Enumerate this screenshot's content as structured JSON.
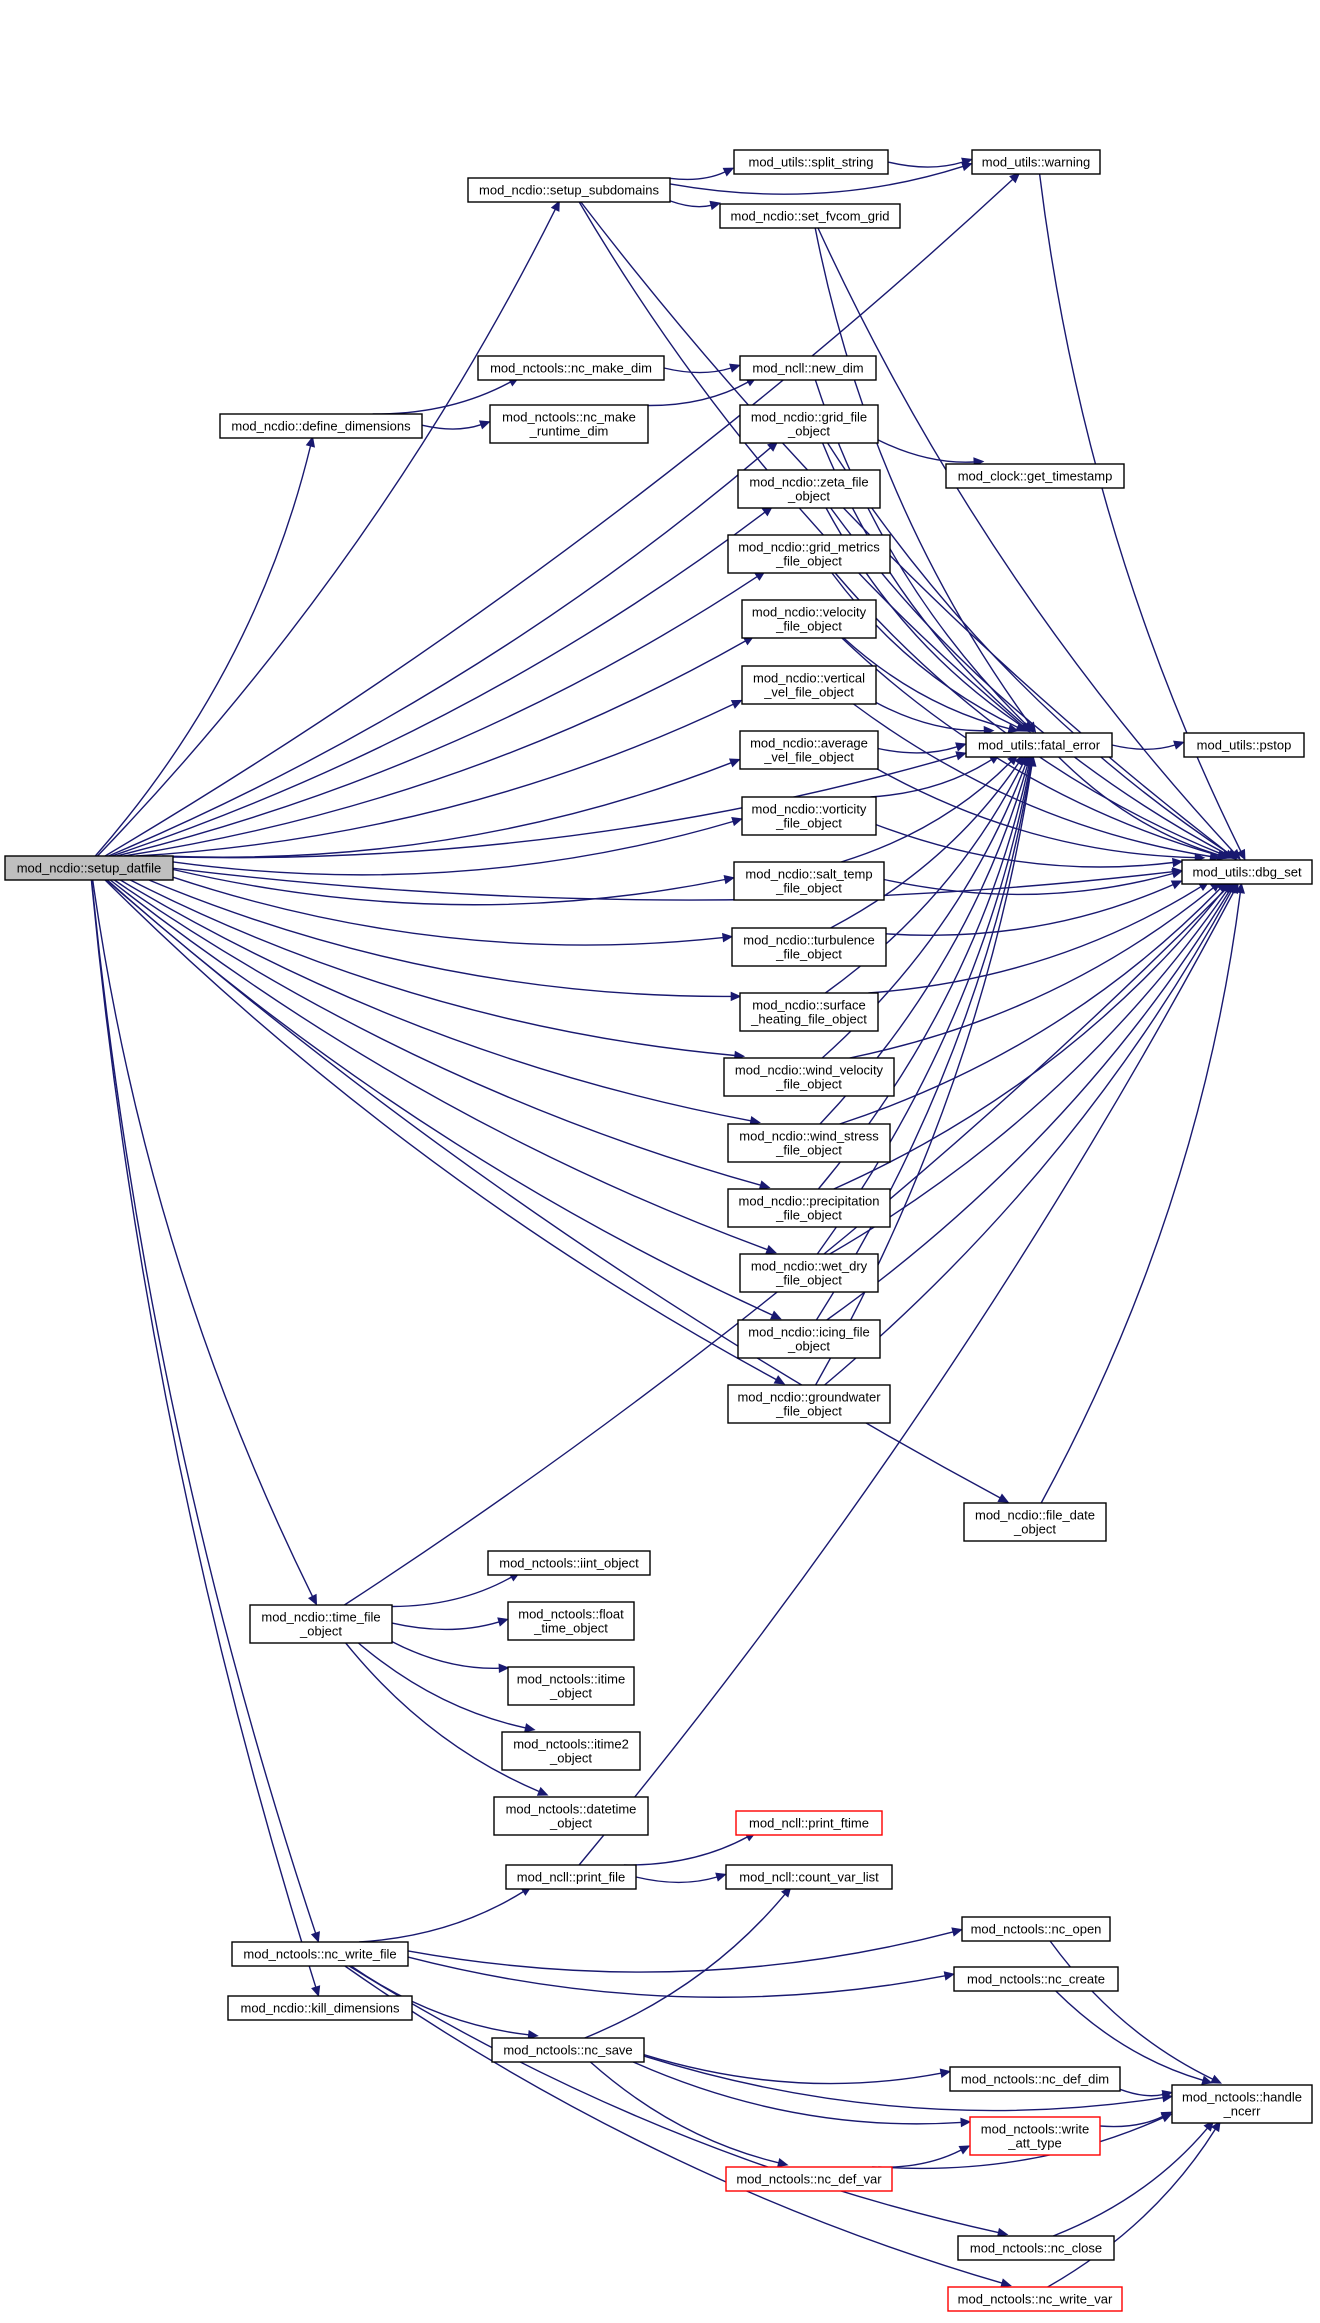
{
  "diagram": {
    "type": "call-graph",
    "edge_color": "#191970",
    "node_border_color": "#000000",
    "external_node_border_color": "#ff0000",
    "root_fill_color": "#bfbfbf",
    "nodes": [
      {
        "id": "setup_datfile",
        "lines": [
          "mod_ncdio::setup_datfile"
        ],
        "kind": "root"
      },
      {
        "id": "setup_subdomains",
        "lines": [
          "mod_ncdio::setup_subdomains"
        ]
      },
      {
        "id": "split_string",
        "lines": [
          "mod_utils::split_string"
        ]
      },
      {
        "id": "warning",
        "lines": [
          "mod_utils::warning"
        ]
      },
      {
        "id": "set_fvcom_grid",
        "lines": [
          "mod_ncdio::set_fvcom_grid"
        ]
      },
      {
        "id": "nc_make_dim",
        "lines": [
          "mod_nctools::nc_make_dim"
        ]
      },
      {
        "id": "new_dim",
        "lines": [
          "mod_ncll::new_dim"
        ]
      },
      {
        "id": "define_dimensions",
        "lines": [
          "mod_ncdio::define_dimensions"
        ]
      },
      {
        "id": "nc_make_runtime_dim",
        "lines": [
          "mod_nctools::nc_make",
          "_runtime_dim"
        ]
      },
      {
        "id": "grid_file_object",
        "lines": [
          "mod_ncdio::grid_file",
          "_object"
        ]
      },
      {
        "id": "get_timestamp",
        "lines": [
          "mod_clock::get_timestamp"
        ]
      },
      {
        "id": "zeta_file_object",
        "lines": [
          "mod_ncdio::zeta_file",
          "_object"
        ]
      },
      {
        "id": "grid_metrics_file_object",
        "lines": [
          "mod_ncdio::grid_metrics",
          "_file_object"
        ]
      },
      {
        "id": "velocity_file_object",
        "lines": [
          "mod_ncdio::velocity",
          "_file_object"
        ]
      },
      {
        "id": "vertical_vel_file_object",
        "lines": [
          "mod_ncdio::vertical",
          "_vel_file_object"
        ]
      },
      {
        "id": "average_vel_file_object",
        "lines": [
          "mod_ncdio::average",
          "_vel_file_object"
        ]
      },
      {
        "id": "fatal_error",
        "lines": [
          "mod_utils::fatal_error"
        ]
      },
      {
        "id": "pstop",
        "lines": [
          "mod_utils::pstop"
        ]
      },
      {
        "id": "vorticity_file_object",
        "lines": [
          "mod_ncdio::vorticity",
          "_file_object"
        ]
      },
      {
        "id": "dbg_set",
        "lines": [
          "mod_utils::dbg_set"
        ]
      },
      {
        "id": "salt_temp_file_object",
        "lines": [
          "mod_ncdio::salt_temp",
          "_file_object"
        ]
      },
      {
        "id": "turbulence_file_object",
        "lines": [
          "mod_ncdio::turbulence",
          "_file_object"
        ]
      },
      {
        "id": "surface_heating_file_object",
        "lines": [
          "mod_ncdio::surface",
          "_heating_file_object"
        ]
      },
      {
        "id": "wind_velocity_file_object",
        "lines": [
          "mod_ncdio::wind_velocity",
          "_file_object"
        ]
      },
      {
        "id": "wind_stress_file_object",
        "lines": [
          "mod_ncdio::wind_stress",
          "_file_object"
        ]
      },
      {
        "id": "precipitation_file_object",
        "lines": [
          "mod_ncdio::precipitation",
          "_file_object"
        ]
      },
      {
        "id": "wet_dry_file_object",
        "lines": [
          "mod_ncdio::wet_dry",
          "_file_object"
        ]
      },
      {
        "id": "icing_file_object",
        "lines": [
          "mod_ncdio::icing_file",
          "_object"
        ]
      },
      {
        "id": "groundwater_file_object",
        "lines": [
          "mod_ncdio::groundwater",
          "_file_object"
        ]
      },
      {
        "id": "file_date_object",
        "lines": [
          "mod_ncdio::file_date",
          "_object"
        ]
      },
      {
        "id": "time_file_object",
        "lines": [
          "mod_ncdio::time_file",
          "_object"
        ]
      },
      {
        "id": "iint_object",
        "lines": [
          "mod_nctools::iint_object"
        ]
      },
      {
        "id": "float_time_object",
        "lines": [
          "mod_nctools::float",
          "_time_object"
        ]
      },
      {
        "id": "itime_object",
        "lines": [
          "mod_nctools::itime",
          "_object"
        ]
      },
      {
        "id": "itime2_object",
        "lines": [
          "mod_nctools::itime2",
          "_object"
        ]
      },
      {
        "id": "datetime_object",
        "lines": [
          "mod_nctools::datetime",
          "_object"
        ]
      },
      {
        "id": "print_ftime",
        "lines": [
          "mod_ncll::print_ftime"
        ],
        "kind": "external"
      },
      {
        "id": "print_file",
        "lines": [
          "mod_ncll::print_file"
        ]
      },
      {
        "id": "count_var_list",
        "lines": [
          "mod_ncll::count_var_list"
        ]
      },
      {
        "id": "nc_write_file",
        "lines": [
          "mod_nctools::nc_write_file"
        ]
      },
      {
        "id": "nc_open",
        "lines": [
          "mod_nctools::nc_open"
        ]
      },
      {
        "id": "nc_create",
        "lines": [
          "mod_nctools::nc_create"
        ]
      },
      {
        "id": "kill_dimensions",
        "lines": [
          "mod_ncdio::kill_dimensions"
        ]
      },
      {
        "id": "nc_save",
        "lines": [
          "mod_nctools::nc_save"
        ]
      },
      {
        "id": "nc_def_dim",
        "lines": [
          "mod_nctools::nc_def_dim"
        ]
      },
      {
        "id": "handle_ncerr",
        "lines": [
          "mod_nctools::handle",
          "_ncerr"
        ]
      },
      {
        "id": "write_att_type",
        "lines": [
          "mod_nctools::write",
          "_att_type"
        ],
        "kind": "external"
      },
      {
        "id": "nc_def_var",
        "lines": [
          "mod_nctools::nc_def_var"
        ],
        "kind": "external"
      },
      {
        "id": "nc_close",
        "lines": [
          "mod_nctools::nc_close"
        ]
      },
      {
        "id": "nc_write_var",
        "lines": [
          "mod_nctools::nc_write_var"
        ],
        "kind": "external"
      }
    ],
    "edges": [
      [
        "setup_datfile",
        "setup_subdomains"
      ],
      [
        "setup_datfile",
        "warning"
      ],
      [
        "setup_datfile",
        "fatal_error"
      ],
      [
        "setup_datfile",
        "dbg_set"
      ],
      [
        "setup_datfile",
        "define_dimensions"
      ],
      [
        "setup_datfile",
        "grid_file_object"
      ],
      [
        "setup_datfile",
        "zeta_file_object"
      ],
      [
        "setup_datfile",
        "grid_metrics_file_object"
      ],
      [
        "setup_datfile",
        "velocity_file_object"
      ],
      [
        "setup_datfile",
        "vertical_vel_file_object"
      ],
      [
        "setup_datfile",
        "average_vel_file_object"
      ],
      [
        "setup_datfile",
        "vorticity_file_object"
      ],
      [
        "setup_datfile",
        "salt_temp_file_object"
      ],
      [
        "setup_datfile",
        "turbulence_file_object"
      ],
      [
        "setup_datfile",
        "surface_heating_file_object"
      ],
      [
        "setup_datfile",
        "wind_velocity_file_object"
      ],
      [
        "setup_datfile",
        "wind_stress_file_object"
      ],
      [
        "setup_datfile",
        "precipitation_file_object"
      ],
      [
        "setup_datfile",
        "wet_dry_file_object"
      ],
      [
        "setup_datfile",
        "icing_file_object"
      ],
      [
        "setup_datfile",
        "groundwater_file_object"
      ],
      [
        "setup_datfile",
        "file_date_object"
      ],
      [
        "setup_datfile",
        "time_file_object"
      ],
      [
        "setup_datfile",
        "nc_write_file"
      ],
      [
        "setup_datfile",
        "kill_dimensions"
      ],
      [
        "setup_subdomains",
        "split_string"
      ],
      [
        "setup_subdomains",
        "warning"
      ],
      [
        "setup_subdomains",
        "set_fvcom_grid"
      ],
      [
        "setup_subdomains",
        "fatal_error"
      ],
      [
        "setup_subdomains",
        "dbg_set"
      ],
      [
        "split_string",
        "warning"
      ],
      [
        "warning",
        "dbg_set"
      ],
      [
        "set_fvcom_grid",
        "fatal_error"
      ],
      [
        "set_fvcom_grid",
        "dbg_set"
      ],
      [
        "define_dimensions",
        "nc_make_dim"
      ],
      [
        "define_dimensions",
        "nc_make_runtime_dim"
      ],
      [
        "nc_make_dim",
        "new_dim"
      ],
      [
        "nc_make_runtime_dim",
        "new_dim"
      ],
      [
        "new_dim",
        "fatal_error"
      ],
      [
        "grid_file_object",
        "get_timestamp"
      ],
      [
        "grid_file_object",
        "fatal_error"
      ],
      [
        "grid_file_object",
        "dbg_set"
      ],
      [
        "zeta_file_object",
        "fatal_error"
      ],
      [
        "zeta_file_object",
        "dbg_set"
      ],
      [
        "grid_metrics_file_object",
        "fatal_error"
      ],
      [
        "grid_metrics_file_object",
        "dbg_set"
      ],
      [
        "velocity_file_object",
        "fatal_error"
      ],
      [
        "velocity_file_object",
        "dbg_set"
      ],
      [
        "vertical_vel_file_object",
        "fatal_error"
      ],
      [
        "vertical_vel_file_object",
        "dbg_set"
      ],
      [
        "average_vel_file_object",
        "fatal_error"
      ],
      [
        "average_vel_file_object",
        "dbg_set"
      ],
      [
        "fatal_error",
        "pstop"
      ],
      [
        "fatal_error",
        "dbg_set"
      ],
      [
        "vorticity_file_object",
        "fatal_error"
      ],
      [
        "vorticity_file_object",
        "dbg_set"
      ],
      [
        "salt_temp_file_object",
        "fatal_error"
      ],
      [
        "salt_temp_file_object",
        "dbg_set"
      ],
      [
        "turbulence_file_object",
        "fatal_error"
      ],
      [
        "turbulence_file_object",
        "dbg_set"
      ],
      [
        "surface_heating_file_object",
        "fatal_error"
      ],
      [
        "surface_heating_file_object",
        "dbg_set"
      ],
      [
        "wind_velocity_file_object",
        "fatal_error"
      ],
      [
        "wind_velocity_file_object",
        "dbg_set"
      ],
      [
        "wind_stress_file_object",
        "fatal_error"
      ],
      [
        "wind_stress_file_object",
        "dbg_set"
      ],
      [
        "precipitation_file_object",
        "fatal_error"
      ],
      [
        "precipitation_file_object",
        "dbg_set"
      ],
      [
        "wet_dry_file_object",
        "fatal_error"
      ],
      [
        "wet_dry_file_object",
        "dbg_set"
      ],
      [
        "icing_file_object",
        "fatal_error"
      ],
      [
        "icing_file_object",
        "dbg_set"
      ],
      [
        "groundwater_file_object",
        "fatal_error"
      ],
      [
        "groundwater_file_object",
        "dbg_set"
      ],
      [
        "file_date_object",
        "dbg_set"
      ],
      [
        "time_file_object",
        "dbg_set"
      ],
      [
        "time_file_object",
        "iint_object"
      ],
      [
        "time_file_object",
        "float_time_object"
      ],
      [
        "time_file_object",
        "itime_object"
      ],
      [
        "time_file_object",
        "itime2_object"
      ],
      [
        "time_file_object",
        "datetime_object"
      ],
      [
        "print_file",
        "print_ftime"
      ],
      [
        "print_file",
        "count_var_list"
      ],
      [
        "print_file",
        "dbg_set"
      ],
      [
        "nc_write_file",
        "print_file"
      ],
      [
        "nc_write_file",
        "nc_open"
      ],
      [
        "nc_write_file",
        "nc_create"
      ],
      [
        "nc_write_file",
        "nc_save"
      ],
      [
        "nc_write_file",
        "nc_close"
      ],
      [
        "nc_write_file",
        "nc_write_var"
      ],
      [
        "nc_open",
        "handle_ncerr"
      ],
      [
        "nc_create",
        "handle_ncerr"
      ],
      [
        "nc_save",
        "count_var_list"
      ],
      [
        "nc_save",
        "nc_def_dim"
      ],
      [
        "nc_save",
        "write_att_type"
      ],
      [
        "nc_save",
        "nc_def_var"
      ],
      [
        "nc_save",
        "handle_ncerr"
      ],
      [
        "nc_def_dim",
        "handle_ncerr"
      ],
      [
        "write_att_type",
        "handle_ncerr"
      ],
      [
        "nc_def_var",
        "write_att_type"
      ],
      [
        "nc_def_var",
        "handle_ncerr"
      ],
      [
        "nc_close",
        "handle_ncerr"
      ],
      [
        "nc_write_var",
        "handle_ncerr"
      ]
    ]
  }
}
